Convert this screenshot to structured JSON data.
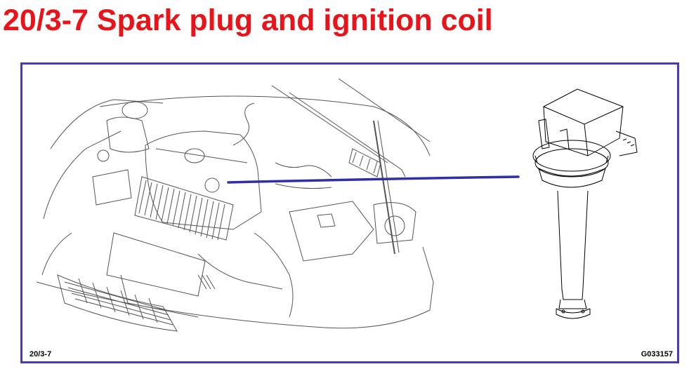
{
  "page_title": "20/3-7  Spark plug and ignition coil",
  "figure": {
    "ref_left": "20/3-7",
    "ref_right": "G033157",
    "engine_illustration_icon": "engine-bay-line-drawing",
    "coil_illustration_icon": "ignition-coil-line-drawing"
  },
  "colors": {
    "title": "#e8141a",
    "frame": "#4a3ab8",
    "pointer": "#2f2fa8",
    "line_art": "#555555"
  }
}
